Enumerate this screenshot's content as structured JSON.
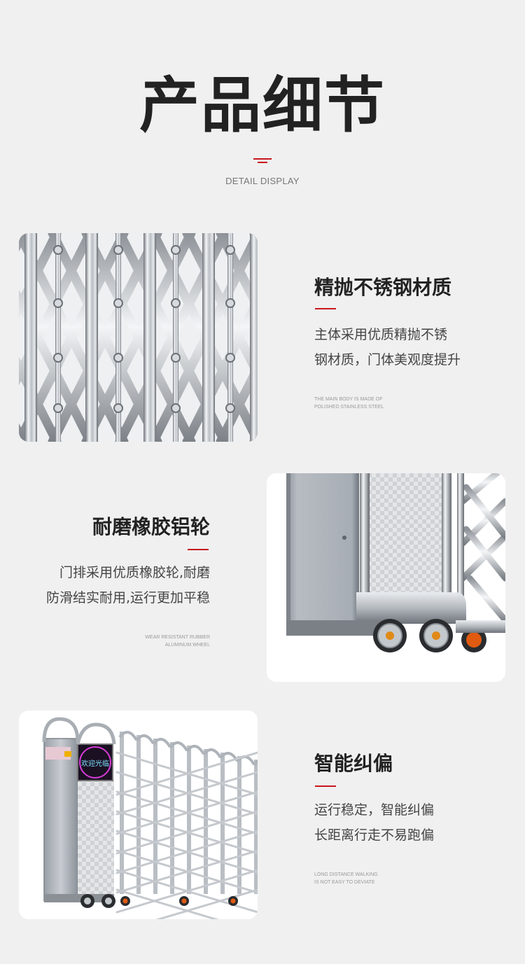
{
  "header": {
    "title": "产品细节",
    "subtitle": "DETAIL DISPLAY"
  },
  "sections": [
    {
      "heading": "精抛不锈钢材质",
      "body_lines": [
        "主体采用优质精抛不锈",
        "钢材质，门体美观度提升"
      ],
      "en_lines": [
        "THE MAIN BODY IS MADE OF",
        "POLISHED STAINLESS STEEL"
      ]
    },
    {
      "heading": "耐磨橡胶铝轮",
      "body_lines": [
        "门排采用优质橡胶轮,耐磨",
        "防滑结实耐用,运行更加平稳"
      ],
      "en_lines": [
        "WEAR RESISTANT RUBBER",
        "ALUMINUM WHEEL"
      ]
    },
    {
      "heading": "智能纠偏",
      "body_lines": [
        "运行稳定，智能纠偏",
        "长距离行走不易跑偏"
      ],
      "en_lines": [
        "LONG DISTANCE WALKING",
        "IS NOT EASY TO DEVIATE"
      ]
    }
  ],
  "gate_sign": "欢迎光临",
  "colors": {
    "accent": "#c9171e",
    "background": "#f0f0f0",
    "card": "#ffffff"
  }
}
